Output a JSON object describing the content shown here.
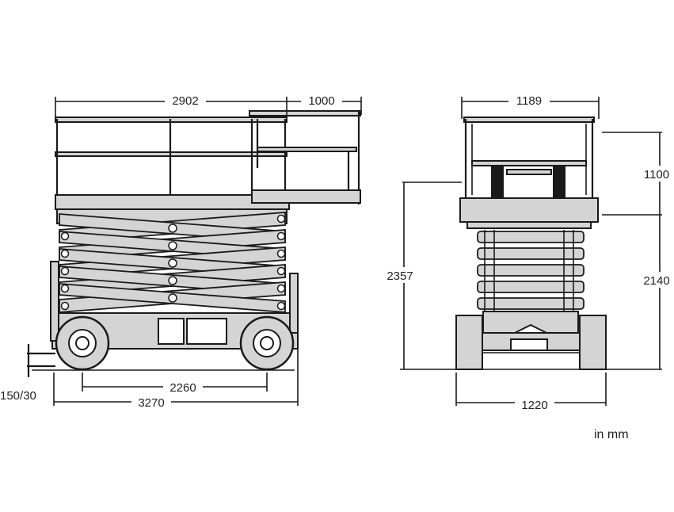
{
  "dimensions": {
    "side": {
      "platform_length": "2902",
      "extension": "1000",
      "wheelbase": "2260",
      "overall_length": "3270",
      "ground_clearance": "150/30"
    },
    "front": {
      "platform_width": "1189",
      "railing_height": "1100",
      "overall_height": "2357",
      "platform_height": "2140",
      "overall_width": "1220"
    }
  },
  "units": "in mm",
  "colors": {
    "line": "#1a1a1a",
    "fill": "#d4d4d4",
    "background": "#ffffff"
  }
}
